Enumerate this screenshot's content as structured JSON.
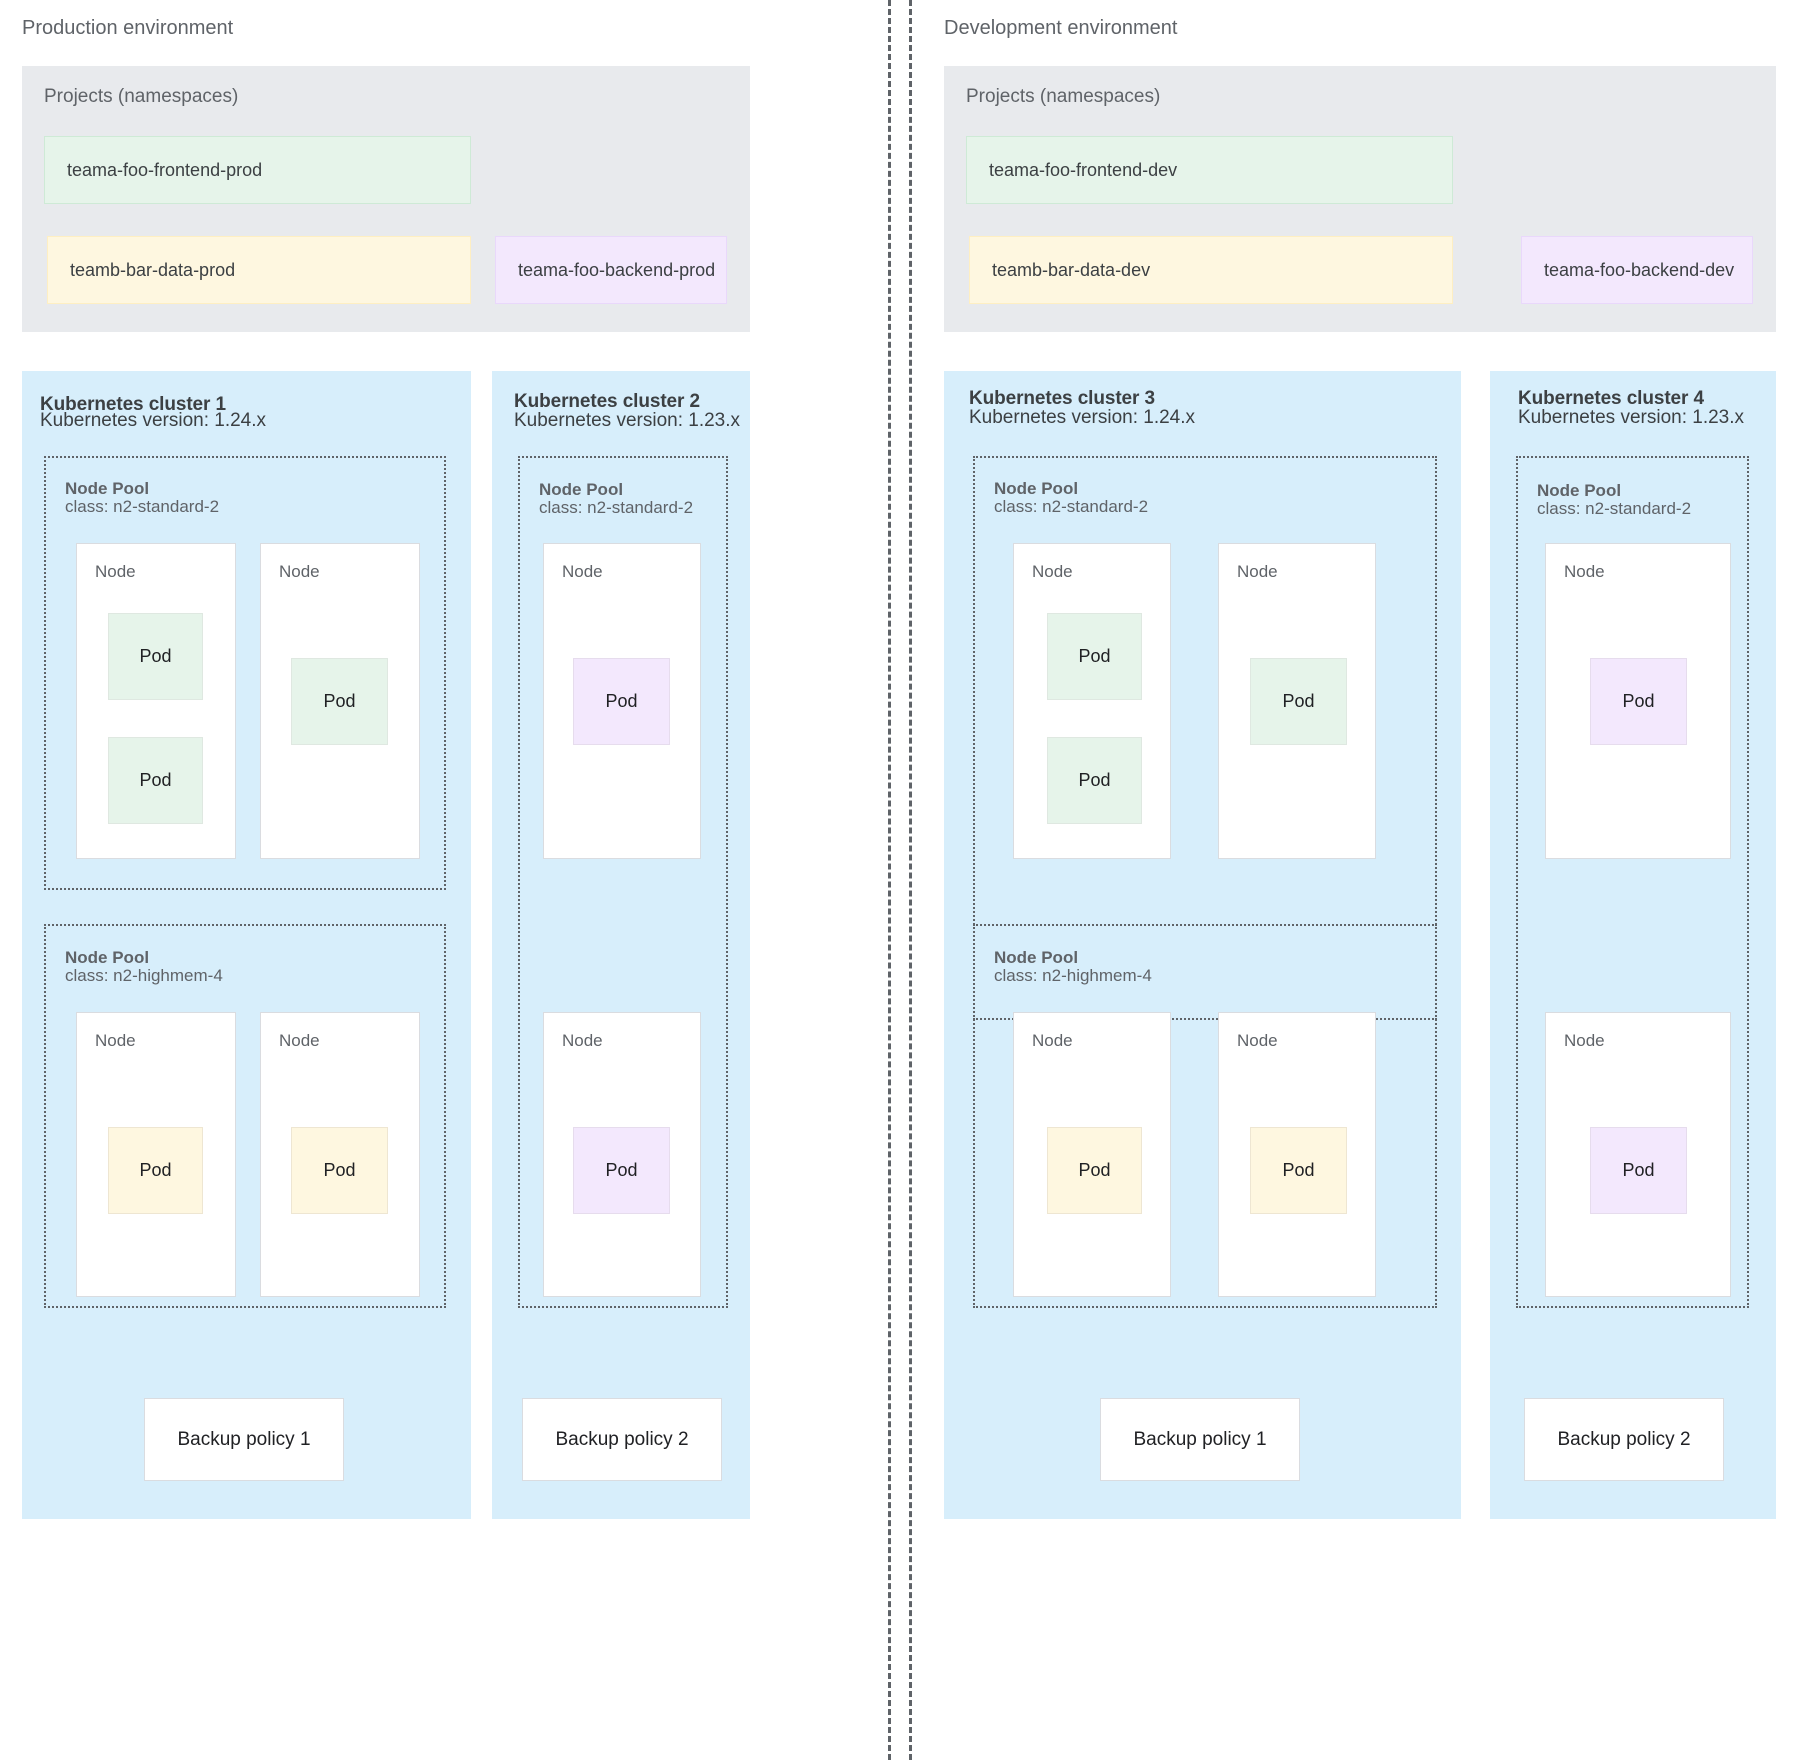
{
  "environments": [
    {
      "id": "production",
      "title": "Production environment",
      "projects": {
        "label": "Projects (namespaces)",
        "namespaces": [
          {
            "name": "teama-foo-frontend-prod",
            "color": "green"
          },
          {
            "name": "teamb-bar-data-prod",
            "color": "yellow"
          },
          {
            "name": "teama-foo-backend-prod",
            "color": "purple"
          }
        ]
      },
      "clusters": [
        {
          "title": "Kubernetes cluster 1",
          "version": "Kubernetes version: 1.24.x",
          "node_pools": [
            {
              "title": "Node Pool",
              "class": "class: n2-standard-2",
              "nodes": [
                {
                  "label": "Node",
                  "pods": [
                    {
                      "label": "Pod",
                      "color": "green"
                    },
                    {
                      "label": "Pod",
                      "color": "green"
                    }
                  ]
                },
                {
                  "label": "Node",
                  "pods": [
                    {
                      "label": "Pod",
                      "color": "green"
                    }
                  ]
                }
              ]
            },
            {
              "title": "Node Pool",
              "class": "class: n2-highmem-4",
              "nodes": [
                {
                  "label": "Node",
                  "pods": [
                    {
                      "label": "Pod",
                      "color": "yellow"
                    }
                  ]
                },
                {
                  "label": "Node",
                  "pods": [
                    {
                      "label": "Pod",
                      "color": "yellow"
                    }
                  ]
                }
              ]
            }
          ],
          "backup_policy": "Backup policy 1"
        },
        {
          "title": "Kubernetes cluster 2",
          "version": "Kubernetes version: 1.23.x",
          "node_pools": [
            {
              "title": "Node Pool",
              "class": "class: n2-standard-2",
              "nodes": [
                {
                  "label": "Node",
                  "pods": [
                    {
                      "label": "Pod",
                      "color": "purple"
                    }
                  ]
                },
                {
                  "label": "Node",
                  "pods": [
                    {
                      "label": "Pod",
                      "color": "purple"
                    }
                  ]
                }
              ]
            }
          ],
          "backup_policy": "Backup policy 2"
        }
      ]
    },
    {
      "id": "development",
      "title": "Development environment",
      "projects": {
        "label": "Projects (namespaces)",
        "namespaces": [
          {
            "name": "teama-foo-frontend-dev",
            "color": "green"
          },
          {
            "name": "teamb-bar-data-dev",
            "color": "yellow"
          },
          {
            "name": "teama-foo-backend-dev",
            "color": "purple"
          }
        ]
      },
      "clusters": [
        {
          "title": "Kubernetes cluster 3",
          "version": "Kubernetes version: 1.24.x",
          "node_pools": [
            {
              "title": "Node Pool",
              "class": "class: n2-standard-2",
              "nodes": [
                {
                  "label": "Node",
                  "pods": [
                    {
                      "label": "Pod",
                      "color": "green"
                    },
                    {
                      "label": "Pod",
                      "color": "green"
                    }
                  ]
                },
                {
                  "label": "Node",
                  "pods": [
                    {
                      "label": "Pod",
                      "color": "green"
                    }
                  ]
                }
              ]
            },
            {
              "title": "Node Pool",
              "class": "class: n2-highmem-4",
              "nodes": [
                {
                  "label": "Node",
                  "pods": [
                    {
                      "label": "Pod",
                      "color": "yellow"
                    }
                  ]
                },
                {
                  "label": "Node",
                  "pods": [
                    {
                      "label": "Pod",
                      "color": "yellow"
                    }
                  ]
                }
              ]
            }
          ],
          "backup_policy": "Backup policy 1"
        },
        {
          "title": "Kubernetes cluster 4",
          "version": "Kubernetes version: 1.23.x",
          "node_pools": [
            {
              "title": "Node Pool",
              "class": "class: n2-standard-2",
              "nodes": [
                {
                  "label": "Node",
                  "pods": [
                    {
                      "label": "Pod",
                      "color": "purple"
                    }
                  ]
                },
                {
                  "label": "Node",
                  "pods": [
                    {
                      "label": "Pod",
                      "color": "purple"
                    }
                  ]
                }
              ]
            }
          ],
          "backup_policy": "Backup policy 2"
        }
      ]
    }
  ],
  "colors": {
    "cluster_bg": "#d7eefb",
    "projects_bg": "#e8eaed",
    "green": "#e6f4ea",
    "yellow": "#fef7e0",
    "purple": "#f3e8fd",
    "divider": "#5f6368",
    "text": "#3c4043",
    "muted_text": "#5f6368"
  }
}
